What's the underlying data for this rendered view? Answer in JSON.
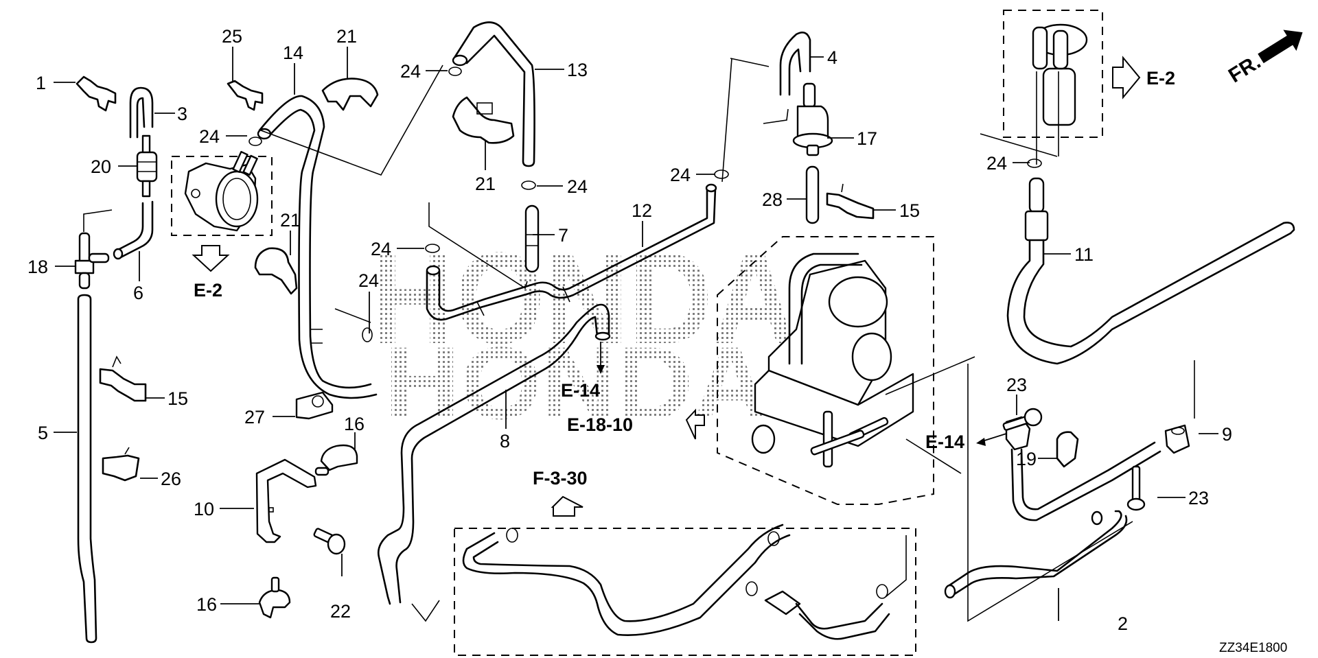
{
  "diagram": {
    "type": "exploded-parts-diagram",
    "subject": "fuel hose / fuel system parts",
    "drawing_code": "ZZ34E1800",
    "watermark": "HONDA",
    "front_indicator": "FR.",
    "callouts": [
      {
        "id": "c1",
        "label": "1",
        "part": "hose clip"
      },
      {
        "id": "c2",
        "label": "2",
        "part": "hose"
      },
      {
        "id": "c3",
        "label": "3",
        "part": "hose"
      },
      {
        "id": "c4",
        "label": "4",
        "part": "hose"
      },
      {
        "id": "c5",
        "label": "5",
        "part": "long tube"
      },
      {
        "id": "c6",
        "label": "6",
        "part": "hose"
      },
      {
        "id": "c7",
        "label": "7",
        "part": "joint"
      },
      {
        "id": "c8",
        "label": "8",
        "part": "hose"
      },
      {
        "id": "c9",
        "label": "9",
        "part": "hose fitting"
      },
      {
        "id": "c10",
        "label": "10",
        "part": "stay bracket"
      },
      {
        "id": "c11",
        "label": "11",
        "part": "hose"
      },
      {
        "id": "c12",
        "label": "12",
        "part": "hose"
      },
      {
        "id": "c13",
        "label": "13",
        "part": "hose"
      },
      {
        "id": "c14",
        "label": "14",
        "part": "hose"
      },
      {
        "id": "c15a",
        "label": "15",
        "part": "hose clip"
      },
      {
        "id": "c15b",
        "label": "15",
        "part": "hose clip"
      },
      {
        "id": "c16a",
        "label": "16",
        "part": "clamp"
      },
      {
        "id": "c16b",
        "label": "16",
        "part": "clamp"
      },
      {
        "id": "c17",
        "label": "17",
        "part": "fuel filter"
      },
      {
        "id": "c18",
        "label": "18",
        "part": "T-joint"
      },
      {
        "id": "c19",
        "label": "19",
        "part": "clip"
      },
      {
        "id": "c20",
        "label": "20",
        "part": "filter"
      },
      {
        "id": "c21a",
        "label": "21",
        "part": "clamp"
      },
      {
        "id": "c21b",
        "label": "21",
        "part": "clamp"
      },
      {
        "id": "c21c",
        "label": "21",
        "part": "clamp"
      },
      {
        "id": "c22",
        "label": "22",
        "part": "bolt"
      },
      {
        "id": "c23a",
        "label": "23",
        "part": "bolt"
      },
      {
        "id": "c23b",
        "label": "23",
        "part": "bolt"
      },
      {
        "id": "c24a",
        "label": "24",
        "part": "hose clip"
      },
      {
        "id": "c24b",
        "label": "24",
        "part": "hose clip"
      },
      {
        "id": "c24c",
        "label": "24",
        "part": "hose clip"
      },
      {
        "id": "c24d",
        "label": "24",
        "part": "hose clip"
      },
      {
        "id": "c24e",
        "label": "24",
        "part": "hose clip"
      },
      {
        "id": "c24f",
        "label": "24",
        "part": "hose clip"
      },
      {
        "id": "c24g",
        "label": "24",
        "part": "hose clip"
      },
      {
        "id": "c25",
        "label": "25",
        "part": "hose clip"
      },
      {
        "id": "c26",
        "label": "26",
        "part": "hose clip"
      },
      {
        "id": "c27",
        "label": "27",
        "part": "clamp"
      },
      {
        "id": "c28",
        "label": "28",
        "part": "hose"
      }
    ],
    "references": [
      {
        "id": "ref-e2-left",
        "label": "E-2",
        "direction": "down"
      },
      {
        "id": "ref-e2-right",
        "label": "E-2",
        "direction": "right"
      },
      {
        "id": "ref-e14-mid",
        "label": "E-14",
        "direction": "down"
      },
      {
        "id": "ref-e1810",
        "label": "E-18-10",
        "direction": "left"
      },
      {
        "id": "ref-f330",
        "label": "F-3-30",
        "direction": "up"
      },
      {
        "id": "ref-e14-right",
        "label": "E-14",
        "direction": "left"
      }
    ]
  }
}
